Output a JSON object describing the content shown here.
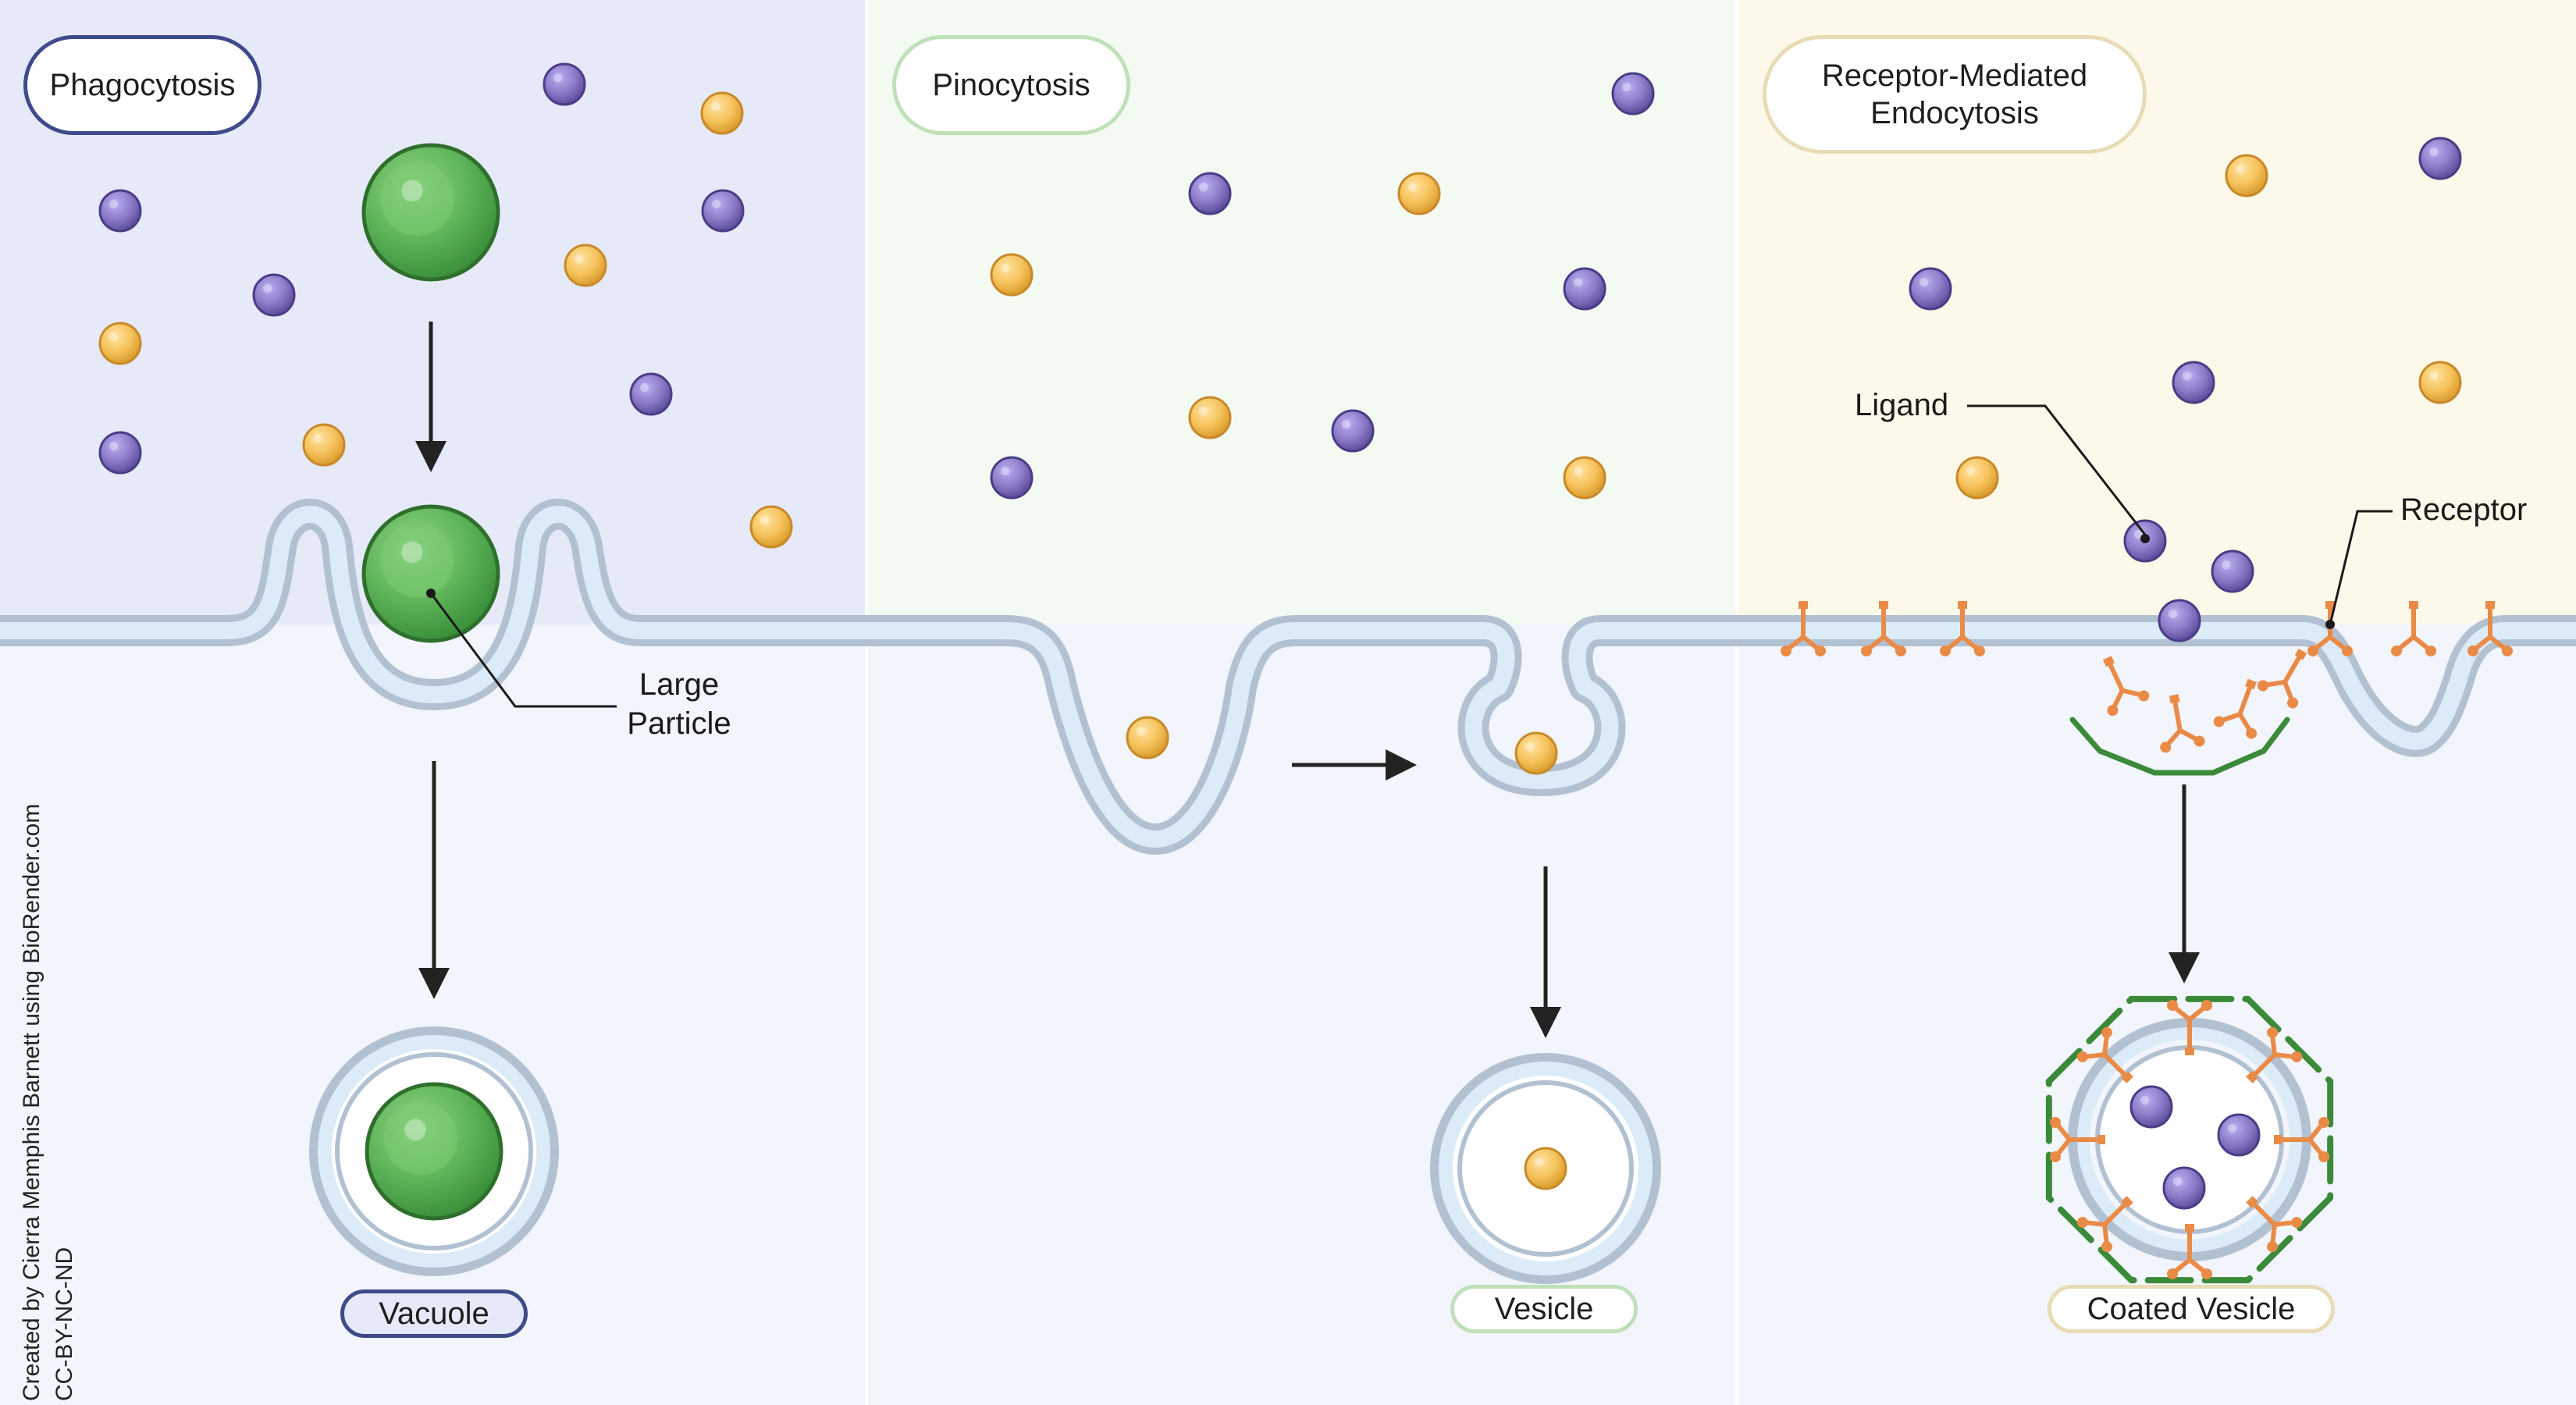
{
  "panels": [
    {
      "title": "Phagocytosis",
      "result_label": "Vacuole",
      "color": "#e6e9f8",
      "accent": "#3f4a8a"
    },
    {
      "title": "Pinocytosis",
      "result_label": "Vesicle",
      "color": "#f3faf1",
      "accent": "#a8d3a0"
    },
    {
      "title": "Receptor-Mediated\nEndocytosis",
      "result_label": "Coated Vesicle",
      "color": "#fdf9ea",
      "accent": "#e2d4a8"
    }
  ],
  "annotations": {
    "large_particle": "Large\nParticle",
    "ligand": "Ligand",
    "receptor": "Receptor"
  },
  "credit": {
    "line1": "Created by Cierra Memphis Barnett using BioRender.com",
    "line2": "CC-BY-NC-ND"
  },
  "colors": {
    "cytoplasm": "#f2f5fb",
    "membrane": "#b2c1d2",
    "membrane_inner": "#dcebf8",
    "purple_molecule": "#8e7cc9",
    "orange_molecule": "#f6c35c",
    "large_particle": "#5fb55a",
    "receptor": "#ea8a47",
    "clathrin_coat": "#3b8a3a",
    "arrow": "#222222"
  }
}
